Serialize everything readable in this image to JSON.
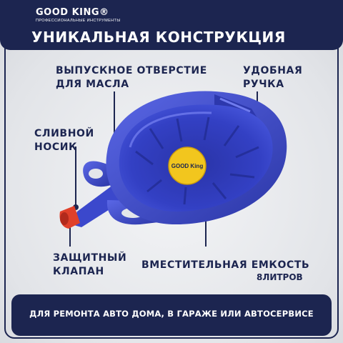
{
  "brand": {
    "name": "GOOD KING®",
    "tagline": "ПРОФЕССИОНАЛЬНЫЕ ИНСТРУМЕНТЫ"
  },
  "title": "УНИКАЛЬНАЯ КОНСТРУКЦИЯ",
  "labels": {
    "outlet": [
      "ВЫПУСКНОЕ ОТВЕРСТИЕ",
      "ДЛЯ МАСЛА"
    ],
    "handle": [
      "УДОБНАЯ",
      "РУЧКА"
    ],
    "spout": [
      "СЛИВНОЙ",
      "НОСИК"
    ],
    "valve": [
      "ЗАЩИТНЫЙ",
      "КЛАПАН"
    ],
    "volume": "ВМЕСТИТЕЛЬНАЯ ЕМКОСТЬ",
    "volume_sub": "8ЛИТРОВ"
  },
  "sticker_text": "GOOD King",
  "footer": "ДЛЯ РЕМОНТА АВТО ДОМА, В ГАРАЖЕ ИЛИ АВТОСЕРВИСЕ",
  "colors": {
    "navy": "#1c2550",
    "product_blue": "#3340c4",
    "valve_red": "#e0402a",
    "sticker_yellow": "#f2c61e"
  }
}
